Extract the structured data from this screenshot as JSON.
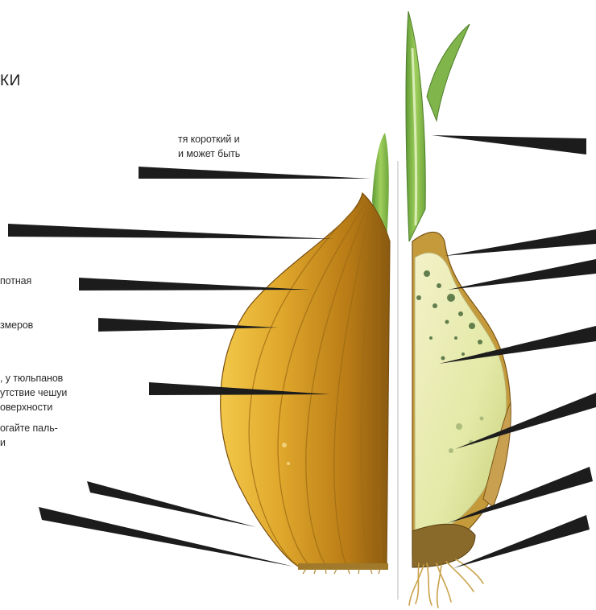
{
  "heading": "КИ",
  "texts": {
    "t1_line1": "тя короткий и",
    "t1_line2": "и может быть",
    "t2": "потная",
    "t3": "змеров",
    "t4_line1": ", у тюльпанов",
    "t4_line2": "утствие чешуи",
    "t4_line3": "оверхности",
    "t5_line1": "огайте паль-",
    "t5_line2": "и"
  },
  "colors": {
    "leader": "#1c1c1c",
    "bulb_skin": "#c8941e",
    "bulb_skin_dark": "#8a5a10",
    "flesh": "#e6ecb0",
    "sprout": "#86b84a",
    "root": "#c9a24a"
  }
}
